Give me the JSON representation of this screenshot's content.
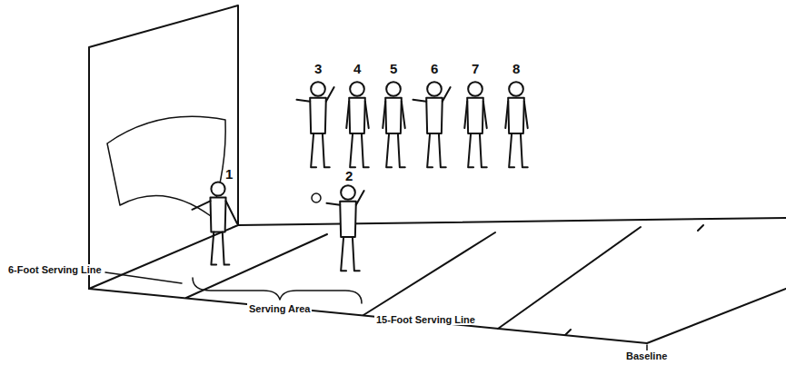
{
  "diagram": {
    "labels": [
      "1",
      "2",
      "3",
      "4",
      "5",
      "6",
      "7",
      "8",
      "6-Foot Serving Line",
      "Serving Area",
      "15-Foot Serving Line",
      "Baseline"
    ]
  }
}
